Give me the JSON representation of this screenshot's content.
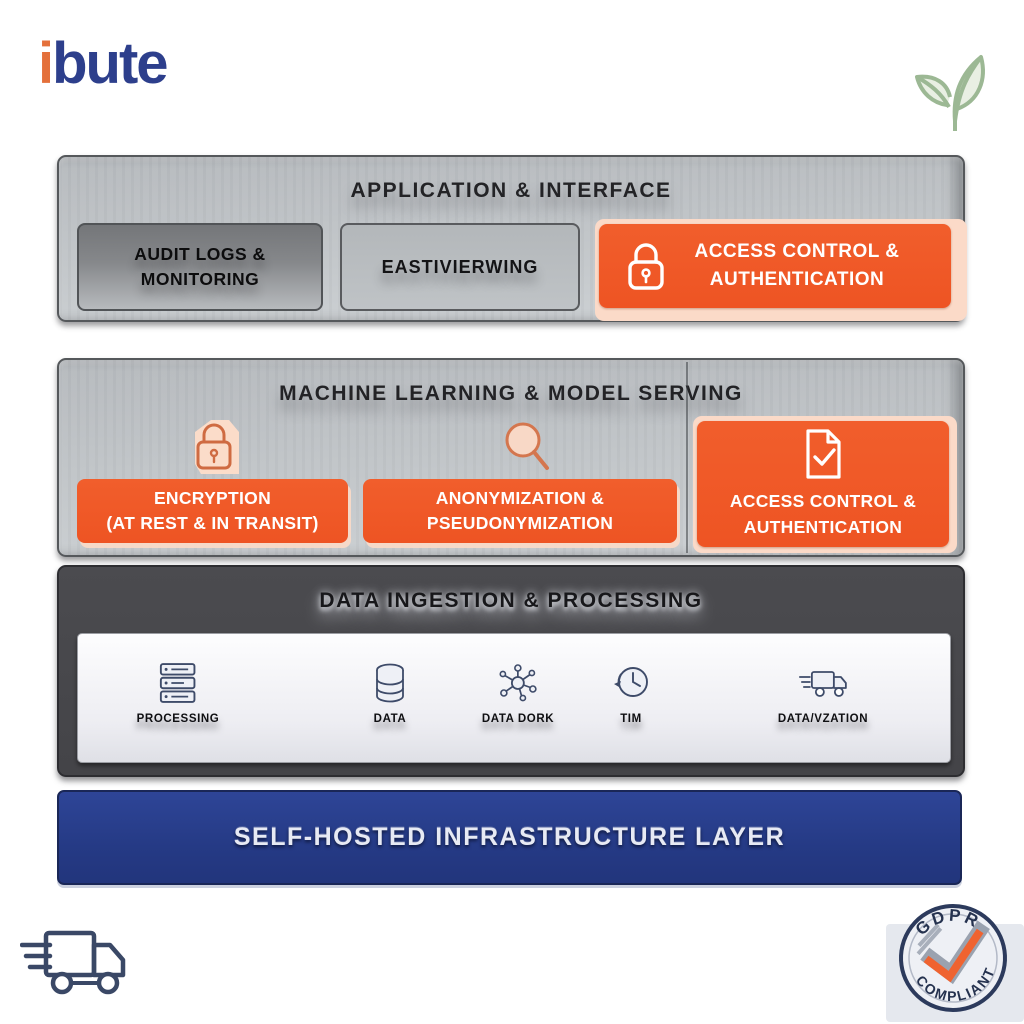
{
  "logo": {
    "prefix": "i",
    "rest": "bute"
  },
  "layers": {
    "application": {
      "title": "APPLICATION & INTERFACE",
      "audit_box": "AUDIT LOGS &\nMONITORING",
      "viewer_box": "EASTIVIERWING",
      "access_box": "ACCESS CONTROL &\nAUTHENTICATION"
    },
    "ml": {
      "title": "MACHINE LEARNING & MODEL SERVING",
      "encryption_box": "ENCRYPTION\n(AT REST & IN TRANSIT)",
      "anonymization_box": "ANONYMIZATION &\nPSEUDONYMIZATION",
      "access_box": "ACCESS CONTROL &\nAUTHENTICATION"
    },
    "data": {
      "title": "DATA INGESTION & PROCESSING",
      "items": [
        {
          "label": "PROCESSING",
          "icon": "server-stack-icon"
        },
        {
          "label": "DATA",
          "icon": "database-icon"
        },
        {
          "label": "DATA DORK",
          "icon": "network-nodes-icon"
        },
        {
          "label": "TIM",
          "icon": "clock-history-icon"
        },
        {
          "label": "DATA/VZATION",
          "icon": "delivery-truck-icon"
        }
      ]
    },
    "infrastructure": {
      "title": "SELF-HOSTED INFRASTRUCTURE LAYER"
    }
  },
  "stamp": {
    "top": "GDPR",
    "bottom": "COMPLIANT"
  },
  "colors": {
    "orange": "#f05a28",
    "peach": "#fbdac8",
    "silver": "#c2c6c9",
    "charcoal": "#48484c",
    "infra_blue": "#253a85",
    "logo_blue": "#2d3f8c",
    "logo_orange": "#e4703b",
    "icon_navy": "#3d4a68",
    "leaf_green": "#9cb894"
  }
}
